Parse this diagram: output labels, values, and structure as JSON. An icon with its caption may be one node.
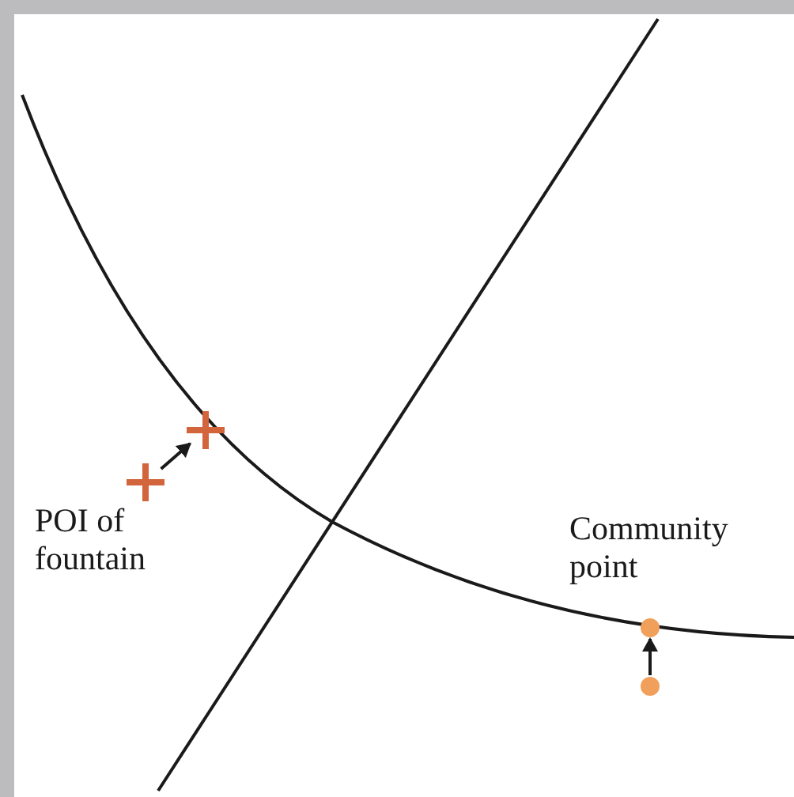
{
  "diagram": {
    "nodes": [
      {
        "text": [],
        "shape": "cross",
        "beside": [
          "POI of fountain"
        ]
      },
      {
        "text": [],
        "shape": "cross"
      },
      {
        "text": [],
        "shape": "circle"
      },
      {
        "text": [],
        "shape": "circle",
        "beside": [
          "Community point"
        ]
      }
    ],
    "edges": [
      {
        "from": 0,
        "to": 1,
        "arrow": "to"
      },
      {
        "from": 2,
        "to": 3,
        "arrow": "to"
      }
    ]
  }
}
